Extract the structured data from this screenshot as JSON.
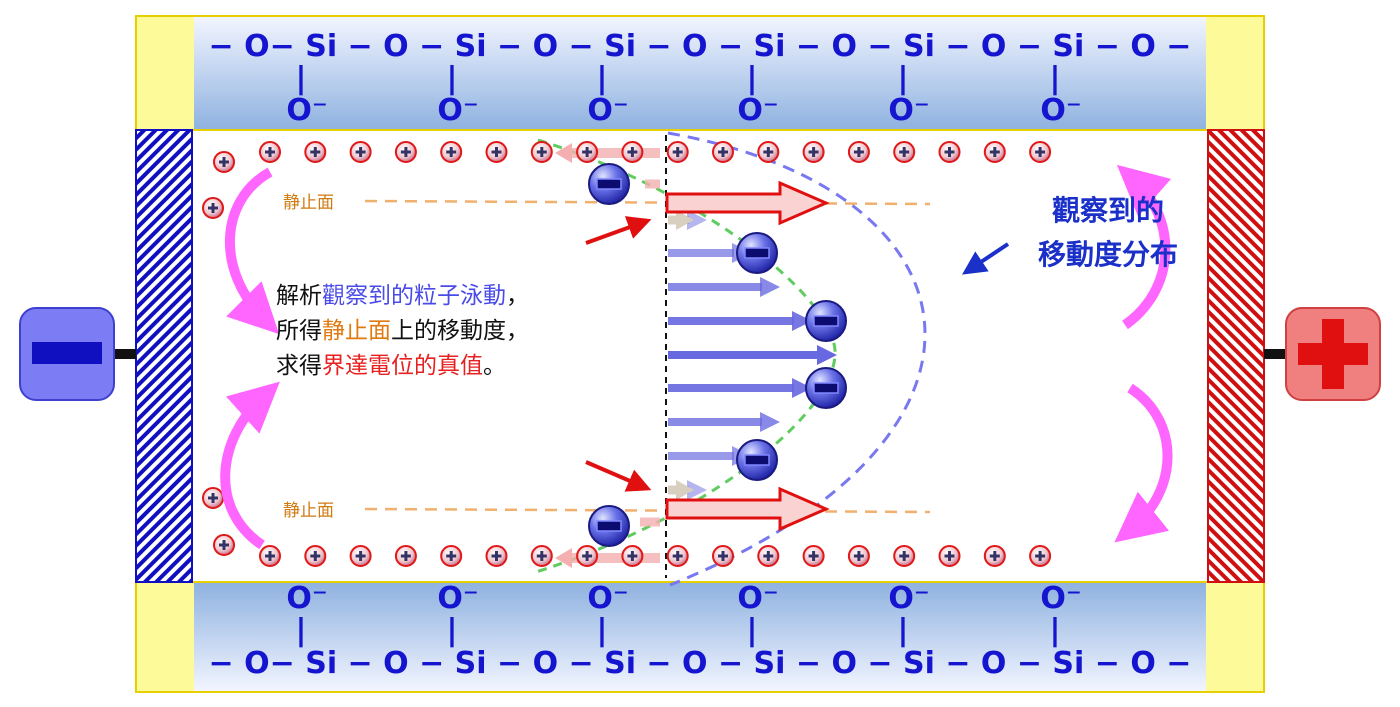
{
  "chain": {
    "top_row": "− O− Si − O − Si − O − Si − O − Si − O − Si − O − Si − O −",
    "bottom_row": "− O− Si − O − Si − O − Si − O − Si − O − Si − O − Si − O −",
    "bond": "|",
    "oxide": "O⁻",
    "color": "#1515d0"
  },
  "labels": {
    "stationary_top": "静止面",
    "stationary_bottom": "静止面",
    "observed_line1": "觀察到的",
    "observed_line2": "移動度分布",
    "note": {
      "l1_a": "解析",
      "l1_b": "觀察到的粒子泳動",
      "l1_c": "，",
      "l2_a": "所得",
      "l2_b": "静止面",
      "l2_c": "上的移動度，",
      "l3_a": "求得",
      "l3_b": "界達電位的真值",
      "l3_c": "。"
    }
  },
  "electrodes": {
    "negative_color": "#7c7cf5",
    "positive_color": "#f08080"
  },
  "colors": {
    "gel_gradient_top": "#eef2ff",
    "gel_gradient_bottom": "#8fb4e0",
    "yellow": "#fdfa9a",
    "label_orange": "#d07a10",
    "note_blue": "#4a4ae8",
    "note_orange": "#e07a10",
    "note_red": "#e82020",
    "observed_blue": "#1a30c8",
    "magenta": "#ff66ff",
    "velocity_arrow": "#6868e0",
    "red_arrow": "#e01010"
  },
  "velocity_profile": {
    "arrow_lengths": [
      5,
      35,
      80,
      108,
      140,
      165,
      140,
      108,
      80,
      35,
      5
    ],
    "red_hollow_length": 160
  }
}
